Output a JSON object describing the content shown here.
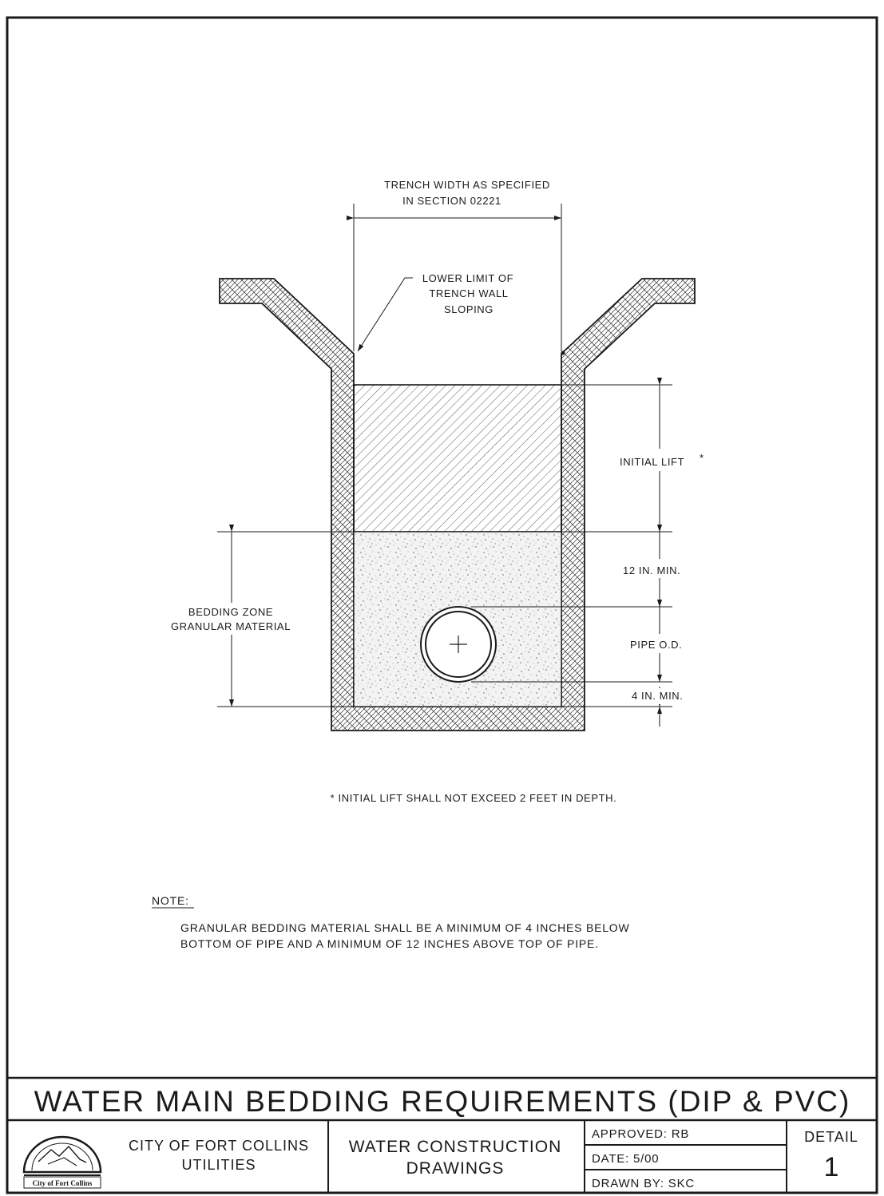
{
  "drawing": {
    "trench_width_label_1": "TRENCH WIDTH AS SPECIFIED",
    "trench_width_label_2": "IN SECTION 02221",
    "lower_limit_label_1": "LOWER LIMIT OF",
    "lower_limit_label_2": "TRENCH WALL",
    "lower_limit_label_3": "SLOPING",
    "initial_lift_label": "INITIAL LIFT",
    "asterisk": "*",
    "min_12_label": "12 IN. MIN.",
    "pipe_od_label": "PIPE O.D.",
    "min_4_label": "4 IN. MIN.",
    "bedding_zone_label_1": "BEDDING ZONE",
    "bedding_zone_label_2": "GRANULAR MATERIAL",
    "footnote": "* INITIAL LIFT SHALL NOT EXCEED 2 FEET IN DEPTH.",
    "note_heading": "NOTE:",
    "note_line_1": "GRANULAR BEDDING MATERIAL SHALL BE A MINIMUM OF 4 INCHES BELOW",
    "note_line_2": "BOTTOM OF PIPE AND A MINIMUM OF 12 INCHES ABOVE TOP OF PIPE."
  },
  "title_block": {
    "title": "WATER MAIN BEDDING REQUIREMENTS (DIP & PVC)",
    "org_line_1": "CITY OF FORT COLLINS",
    "org_line_2": "UTILITIES",
    "set_line_1": "WATER CONSTRUCTION",
    "set_line_2": "DRAWINGS",
    "approved": "APPROVED: RB",
    "date": "DATE: 5/00",
    "drawn_by": "DRAWN BY: SKC",
    "detail_label": "DETAIL",
    "detail_number": "1",
    "logo_text": "City of Fort Collins"
  }
}
